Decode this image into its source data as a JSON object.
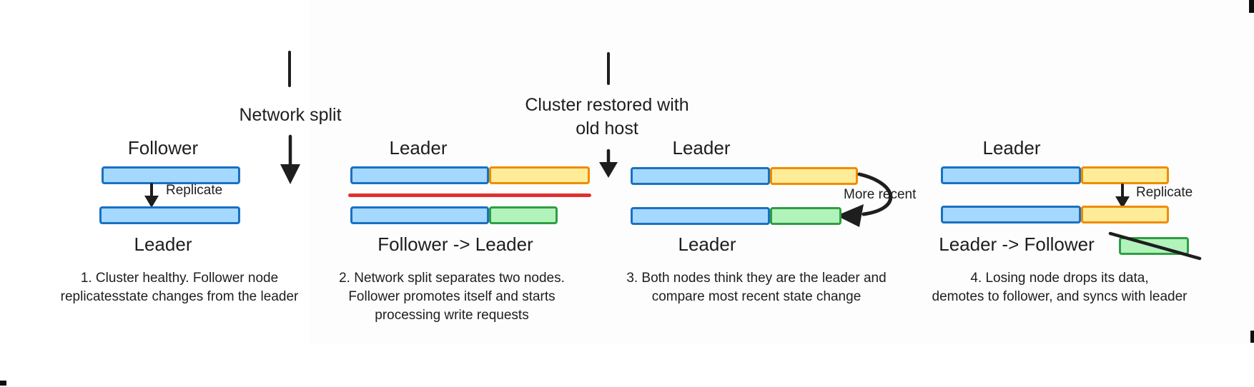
{
  "palette": {
    "blue_fill": "#a5d8ff",
    "blue_stroke": "#1971c2",
    "yellow_fill": "#ffec99",
    "yellow_stroke": "#f08c00",
    "green_fill": "#b2f2bb",
    "green_stroke": "#2f9e44",
    "red_line": "#e03131",
    "ink": "#1e1e1e"
  },
  "annotations": {
    "network_split": {
      "label": "Network split"
    },
    "cluster_restored": {
      "label": "Cluster restored with\nold host"
    },
    "more_recent": {
      "label": "More recent"
    }
  },
  "panels": [
    {
      "top_label": "Follower",
      "arrow_label": "Replicate",
      "bottom_label": "Leader",
      "caption": "1. Cluster healthy. Follower node\nreplicatesstate changes from the leader"
    },
    {
      "top_label": "Leader",
      "bottom_label": "Follower -> Leader",
      "caption": "2. Network split separates two nodes.\nFollower promotes itself and starts\nprocessing write requests"
    },
    {
      "top_label": "Leader",
      "bottom_label": "Leader",
      "caption": "3. Both nodes think they are the leader and\ncompare most recent state change"
    },
    {
      "top_label": "Leader",
      "arrow_label": "Replicate",
      "bottom_label": "Leader -> Follower",
      "caption": "4. Losing node drops its data,\ndemotes to follower, and syncs with leader"
    }
  ]
}
